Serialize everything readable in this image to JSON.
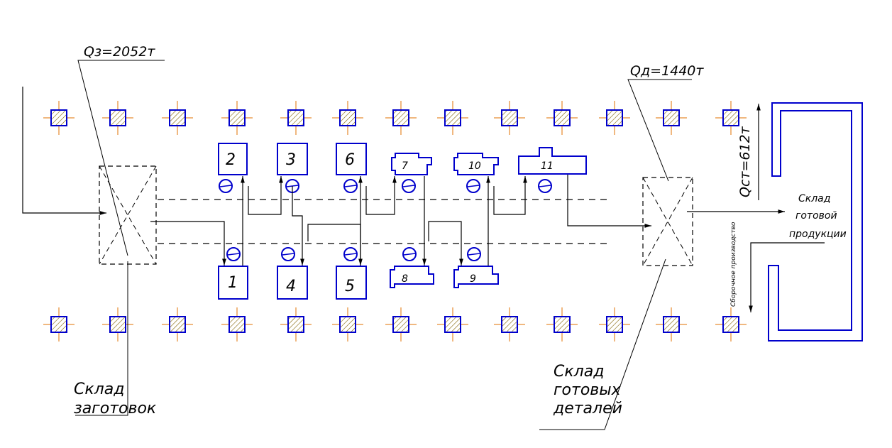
{
  "labels": {
    "q_blanks": "Qз=2052т",
    "q_parts": "Qд=1440т",
    "q_assembly": "Qст=612т",
    "blanks_wh_line1": "Склад",
    "blanks_wh_line2": "заготовок",
    "parts_wh_line1": "Склад",
    "parts_wh_line2": "готовых",
    "parts_wh_line3": "деталей",
    "product_wh_line1": "Склад",
    "product_wh_line2": "готовой",
    "product_wh_line3": "продукции",
    "assembly_shop": "Сборочное производство"
  },
  "machines": [
    "1",
    "2",
    "3",
    "4",
    "5",
    "6",
    "7",
    "8",
    "9",
    "10",
    "11"
  ],
  "colors": {
    "equipment": "#0000cc",
    "lines": "#000000",
    "axis_marks": "#e07000",
    "hatch": "#806000"
  }
}
